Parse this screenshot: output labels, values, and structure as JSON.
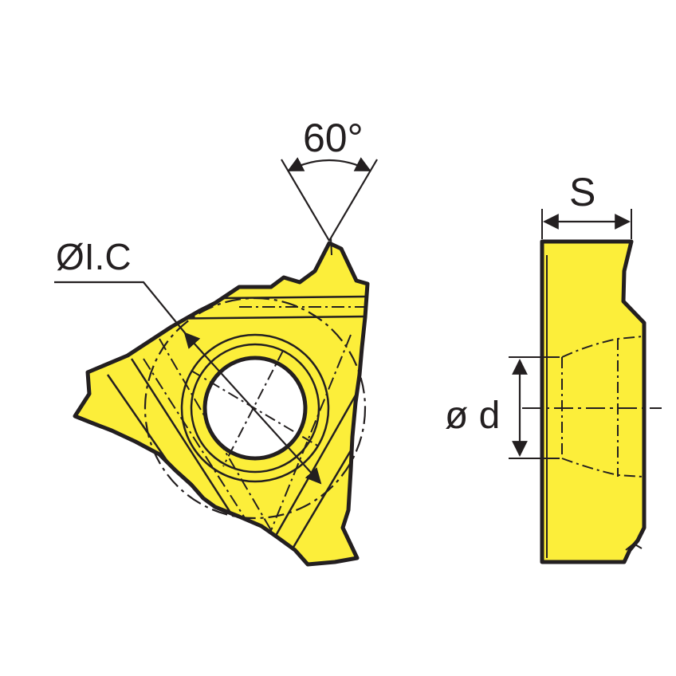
{
  "labels": {
    "angle": "60°",
    "inscribed_circle": "ØI.C",
    "thickness": "S",
    "hole_diameter": "ø d"
  },
  "colors": {
    "insert_fill": "#FCEE3A",
    "outline": "#231f20",
    "background": "#FFFFFF"
  }
}
